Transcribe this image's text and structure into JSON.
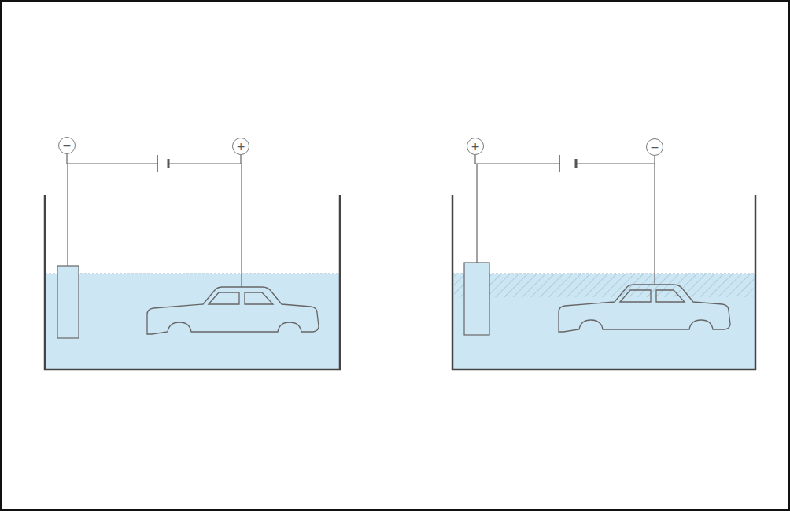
{
  "diagram": {
    "nodes": [
      {
        "text": [
          "−"
        ]
      },
      {
        "text": [
          "+"
        ]
      },
      {
        "text": [
          "+"
        ]
      },
      {
        "text": [
          "−"
        ]
      }
    ],
    "edges": [
      {
        "from": 0,
        "to": 1,
        "arrow": "none"
      },
      {
        "from": 2,
        "to": 3,
        "arrow": "none"
      }
    ]
  }
}
